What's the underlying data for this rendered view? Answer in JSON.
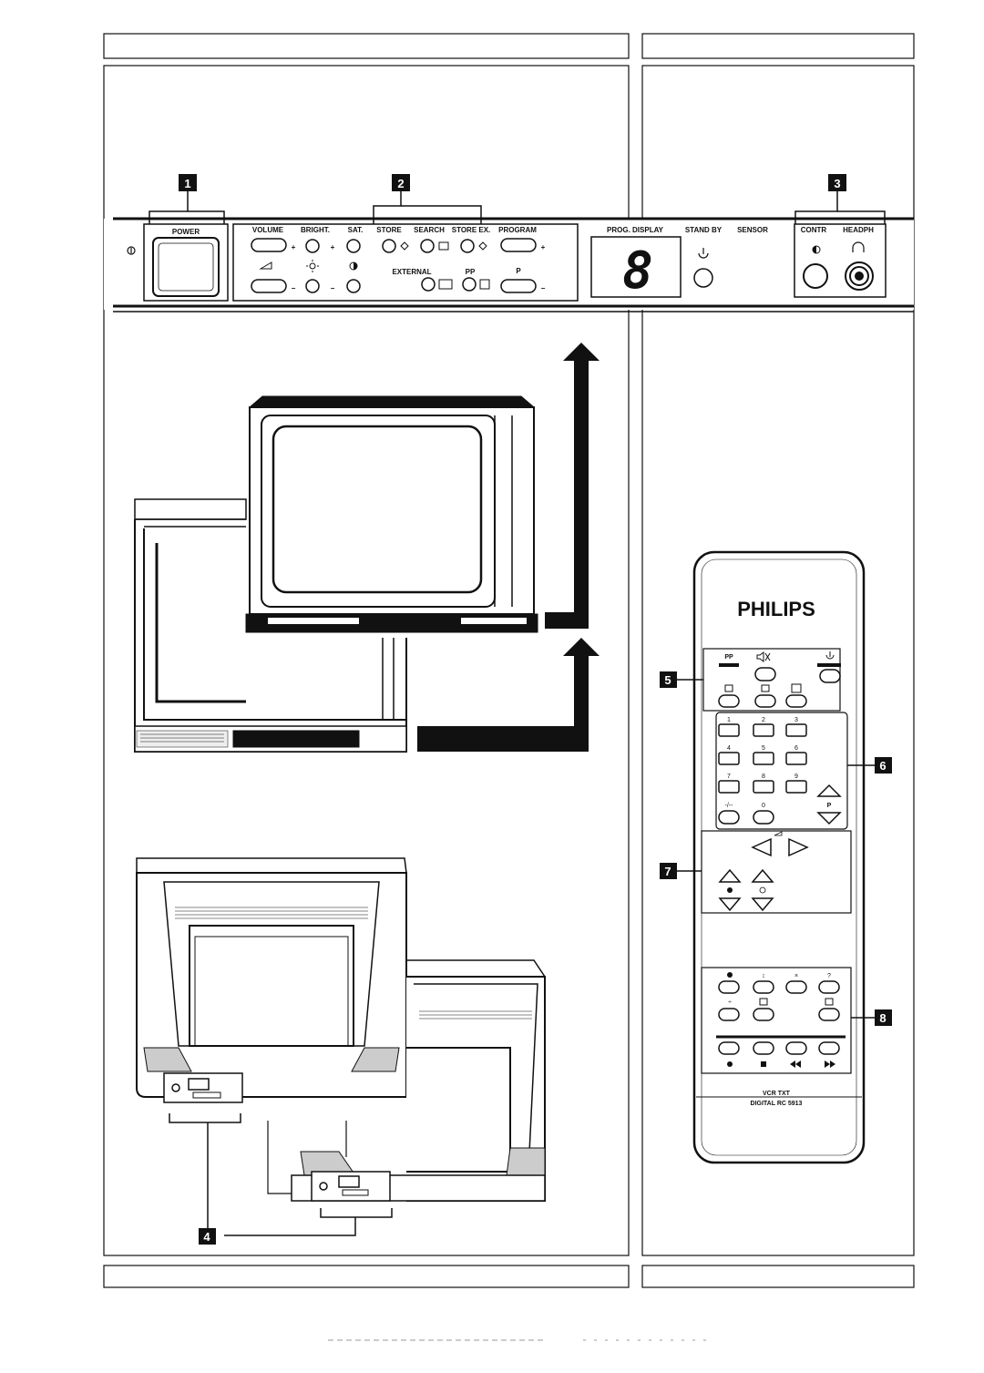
{
  "panel": {
    "indicator_symbol": "I",
    "power_label": "POWER",
    "volume_label": "VOLUME",
    "bright_label": "BRIGHT.",
    "sat_label": "SAT.",
    "store_label": "STORE",
    "search_label": "SEARCH",
    "store_ex_label": "STORE EX.",
    "program_label": "PROGRAM",
    "external_label": "EXTERNAL",
    "pp_label": "PP",
    "p_label": "P",
    "plus": "+",
    "minus": "−",
    "prog_display_label": "PROG. DISPLAY",
    "display_digit": "8",
    "standby_label": "STAND BY",
    "sensor_label": "SENSOR",
    "contr_label": "CONTR",
    "headph_label": "HEADPH"
  },
  "remote": {
    "brand": "PHILIPS",
    "pp_label": "PP",
    "digits": [
      "1",
      "2",
      "3",
      "4",
      "5",
      "6",
      "7",
      "8",
      "9",
      "0"
    ],
    "dash_label": "-/--",
    "p_label": "P",
    "question_label": "?",
    "model_line1": "VCR TXT",
    "model_line2": "DIGITAL RC 5913"
  },
  "callouts": [
    "1",
    "2",
    "3",
    "4",
    "5",
    "6",
    "7",
    "8"
  ],
  "icons": [
    "power-icon",
    "volume-icon",
    "brightness-icon",
    "saturation-icon",
    "standby-icon",
    "contrast-icon",
    "headphone-icon",
    "mute-icon",
    "arrow-up-icon"
  ]
}
